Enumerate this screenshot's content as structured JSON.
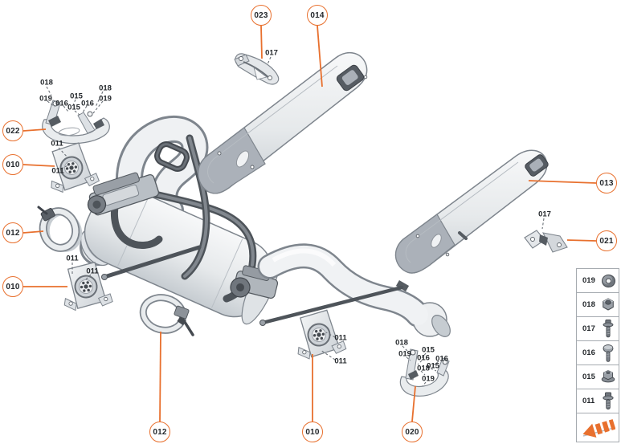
{
  "diagram": {
    "type": "exploded-parts-diagram",
    "subject": "exhaust-system-with-heat-shields-and-mounts",
    "background_color": "#FFFFFF",
    "accent_color": "#E8702E",
    "outline_color": "#7E858D",
    "text_color": "#24282C"
  },
  "callouts": [
    {
      "label": "023"
    },
    {
      "label": "014"
    },
    {
      "label": "022"
    },
    {
      "label": "010"
    },
    {
      "label": "012"
    },
    {
      "label": "010"
    },
    {
      "label": "013"
    },
    {
      "label": "021"
    },
    {
      "label": "012"
    },
    {
      "label": "010"
    },
    {
      "label": "020"
    }
  ],
  "part_refs": [
    {
      "label": "018"
    },
    {
      "label": "019"
    },
    {
      "label": "016"
    },
    {
      "label": "015"
    },
    {
      "label": "015"
    },
    {
      "label": "016"
    },
    {
      "label": "018"
    },
    {
      "label": "019"
    },
    {
      "label": "011"
    },
    {
      "label": "011"
    },
    {
      "label": "017"
    },
    {
      "label": "011"
    },
    {
      "label": "011"
    },
    {
      "label": "011"
    },
    {
      "label": "011"
    },
    {
      "label": "017"
    },
    {
      "label": "018"
    },
    {
      "label": "019"
    },
    {
      "label": "015"
    },
    {
      "label": "016"
    },
    {
      "label": "016"
    },
    {
      "label": "015"
    },
    {
      "label": "018"
    },
    {
      "label": "019"
    }
  ],
  "legend": {
    "rows": [
      {
        "label": "019",
        "icon": "washer-icon"
      },
      {
        "label": "018",
        "icon": "hex-nut-icon"
      },
      {
        "label": "017",
        "icon": "flange-bolt-icon"
      },
      {
        "label": "016",
        "icon": "round-head-screw-icon"
      },
      {
        "label": "015",
        "icon": "flange-nut-icon"
      },
      {
        "label": "011",
        "icon": "hex-bolt-icon"
      }
    ],
    "footer_icon": "fast-forward-arrow-icon"
  }
}
